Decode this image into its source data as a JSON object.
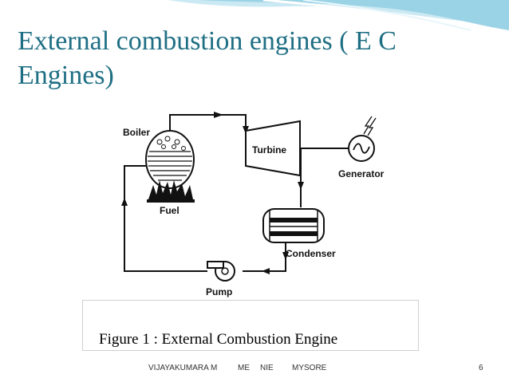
{
  "slide": {
    "title": "External combustion engines ( E C Engines)",
    "theme_color": "#1f6f84",
    "accent_color": "#9bd3e6"
  },
  "diagram": {
    "labels": {
      "boiler": "Boiler",
      "turbine": "Turbine",
      "generator": "Generator",
      "fuel": "Fuel",
      "condenser": "Condenser",
      "pump": "Pump"
    }
  },
  "caption": "Figure 1 :  External Combustion Engine",
  "footer": {
    "author": "VIJAYAKUMARA M",
    "degree": "ME",
    "institute": "NIE",
    "city": "MYSORE",
    "page_number": "6"
  }
}
